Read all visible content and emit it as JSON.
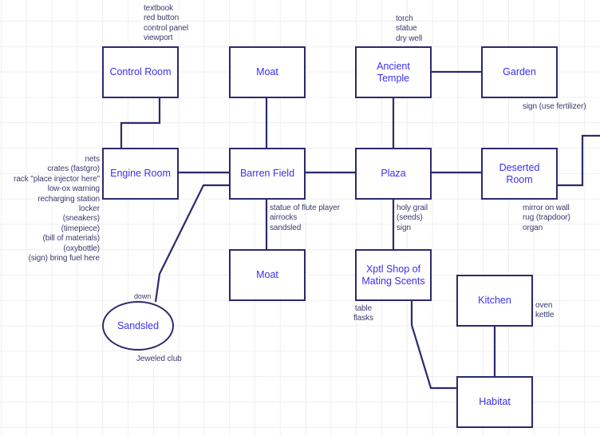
{
  "diagram": {
    "title": "",
    "colors": {
      "stroke": "#2b2a6e",
      "room_label": "#3b2ff0",
      "note_text": "#3a3a6e",
      "grid": "#efefef"
    },
    "rooms": {
      "control_room": "Control Room",
      "moat_north": "Moat",
      "ancient_temple": "Ancient Temple",
      "garden": "Garden",
      "engine_room": "Engine Room",
      "barren_field": "Barren Field",
      "plaza": "Plaza",
      "deserted_room": "Deserted Room",
      "moat_south": "Moat",
      "xptl_shop": "Xptl Shop of Mating Scents",
      "kitchen": "Kitchen",
      "habitat": "Habitat",
      "sandsled": "Sandsled"
    },
    "notes": {
      "control_room": [
        "textbook",
        "red button",
        "control panel",
        "viewport"
      ],
      "ancient_temple": [
        "torch",
        "statue",
        "dry well"
      ],
      "garden": [
        "sign (use fertilizer)"
      ],
      "engine_room": [
        "nets",
        "crates (fastgro)",
        "rack \"place injector here\"",
        "low-ox warning",
        "recharging station",
        "locker",
        "(sneakers)",
        "(timepiece)",
        "(bill of materials)",
        "(oxybottle)",
        "(sign) bring fuel here"
      ],
      "barren_field": [
        "statue of flute player",
        "airrocks",
        "sandsled"
      ],
      "plaza": [
        "holy grail",
        "(seeds)",
        "sign"
      ],
      "deserted_room": [
        "mirror on wall",
        "rug (trapdoor)",
        "organ"
      ],
      "xptl_shop": [
        "table",
        "flasks"
      ],
      "kitchen": [
        "oven",
        "kettle"
      ],
      "sandsled": [
        "Jeweled club"
      ],
      "sandsled_link": [
        "down"
      ]
    },
    "connections": [
      [
        "control_room",
        "engine_room"
      ],
      [
        "engine_room",
        "barren_field"
      ],
      [
        "barren_field",
        "moat_north"
      ],
      [
        "barren_field",
        "moat_south"
      ],
      [
        "barren_field",
        "plaza"
      ],
      [
        "barren_field",
        "sandsled"
      ],
      [
        "plaza",
        "ancient_temple"
      ],
      [
        "ancient_temple",
        "garden"
      ],
      [
        "plaza",
        "deserted_room"
      ],
      [
        "deserted_room",
        "offscreen-east"
      ],
      [
        "plaza",
        "xptl_shop"
      ],
      [
        "xptl_shop",
        "habitat"
      ],
      [
        "kitchen",
        "habitat"
      ]
    ]
  }
}
